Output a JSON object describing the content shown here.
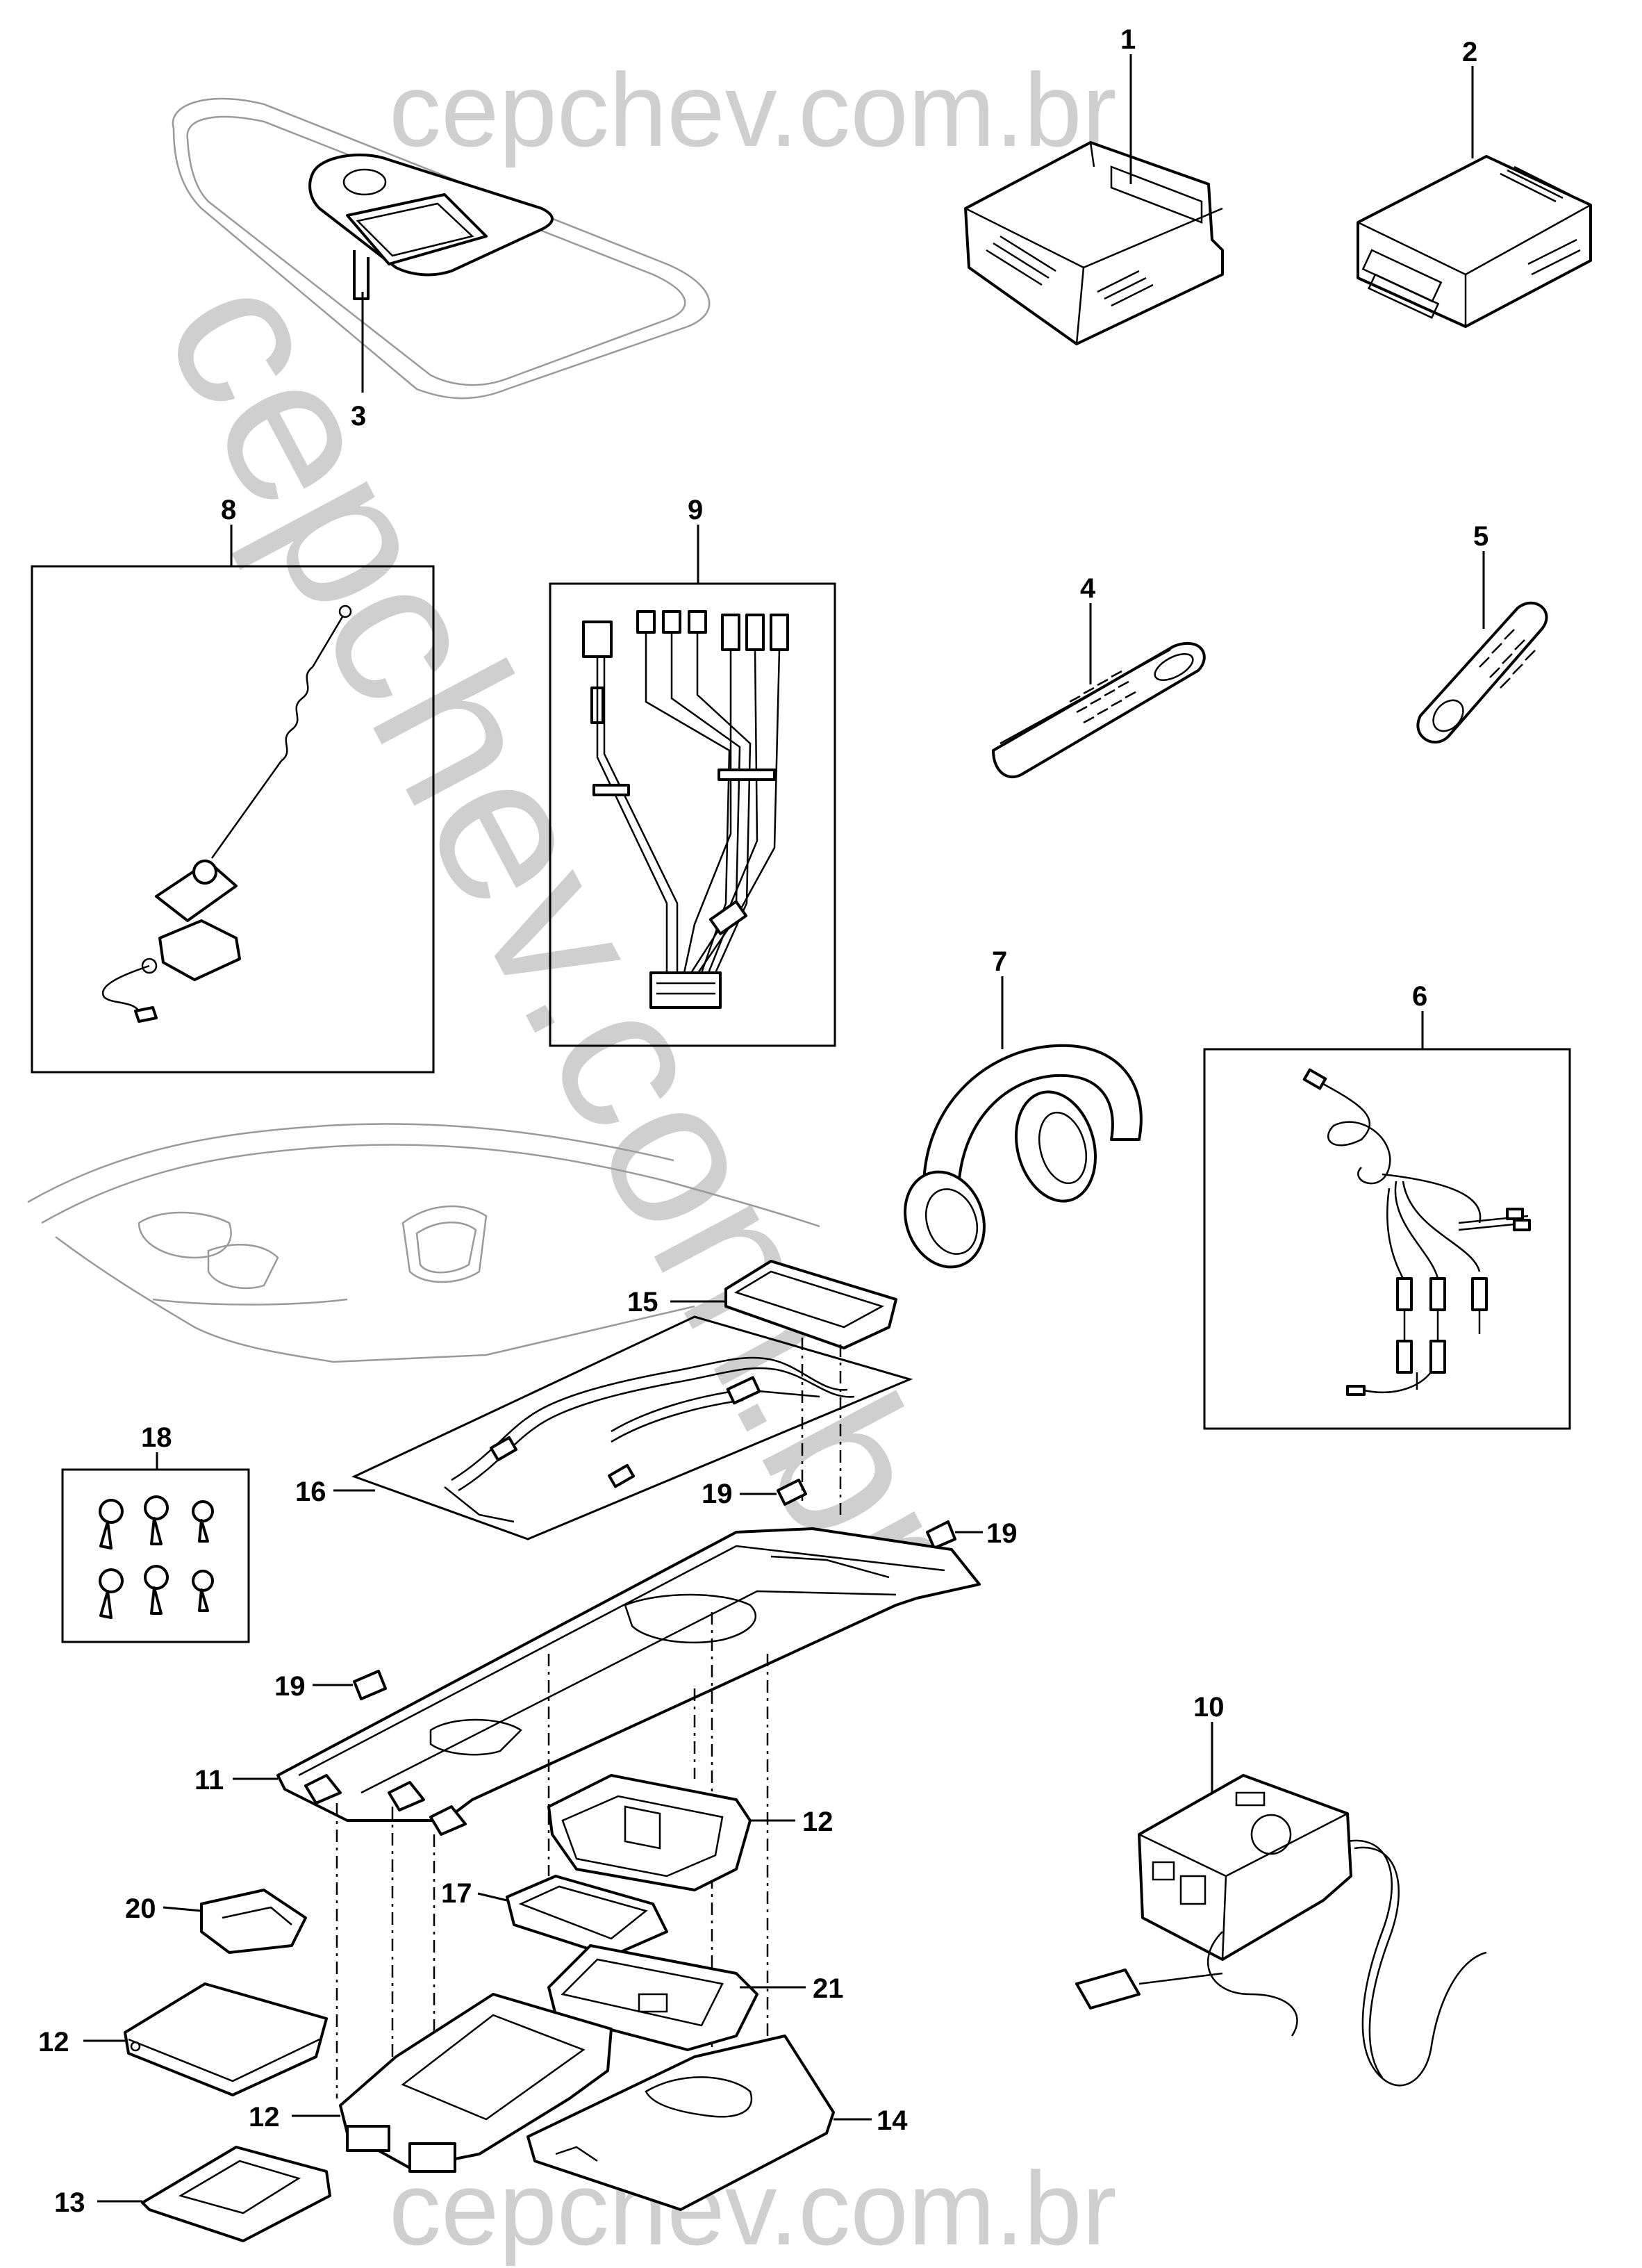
{
  "watermark": {
    "top": "cepchev.com.br",
    "bottom": "cepchev.com.br",
    "diagonal": "cepchev.com.br"
  },
  "callouts": {
    "p1": "1",
    "p2": "2",
    "p3": "3",
    "p4": "4",
    "p5": "5",
    "p6": "6",
    "p7": "7",
    "p8": "8",
    "p9": "9",
    "p10": "10",
    "p11": "11",
    "p12a": "12",
    "p12b": "12",
    "p12c": "12",
    "p13": "13",
    "p14": "14",
    "p15": "15",
    "p16": "16",
    "p17": "17",
    "p18": "18",
    "p19a": "19",
    "p19b": "19",
    "p19c": "19",
    "p20": "20",
    "p21": "21"
  }
}
